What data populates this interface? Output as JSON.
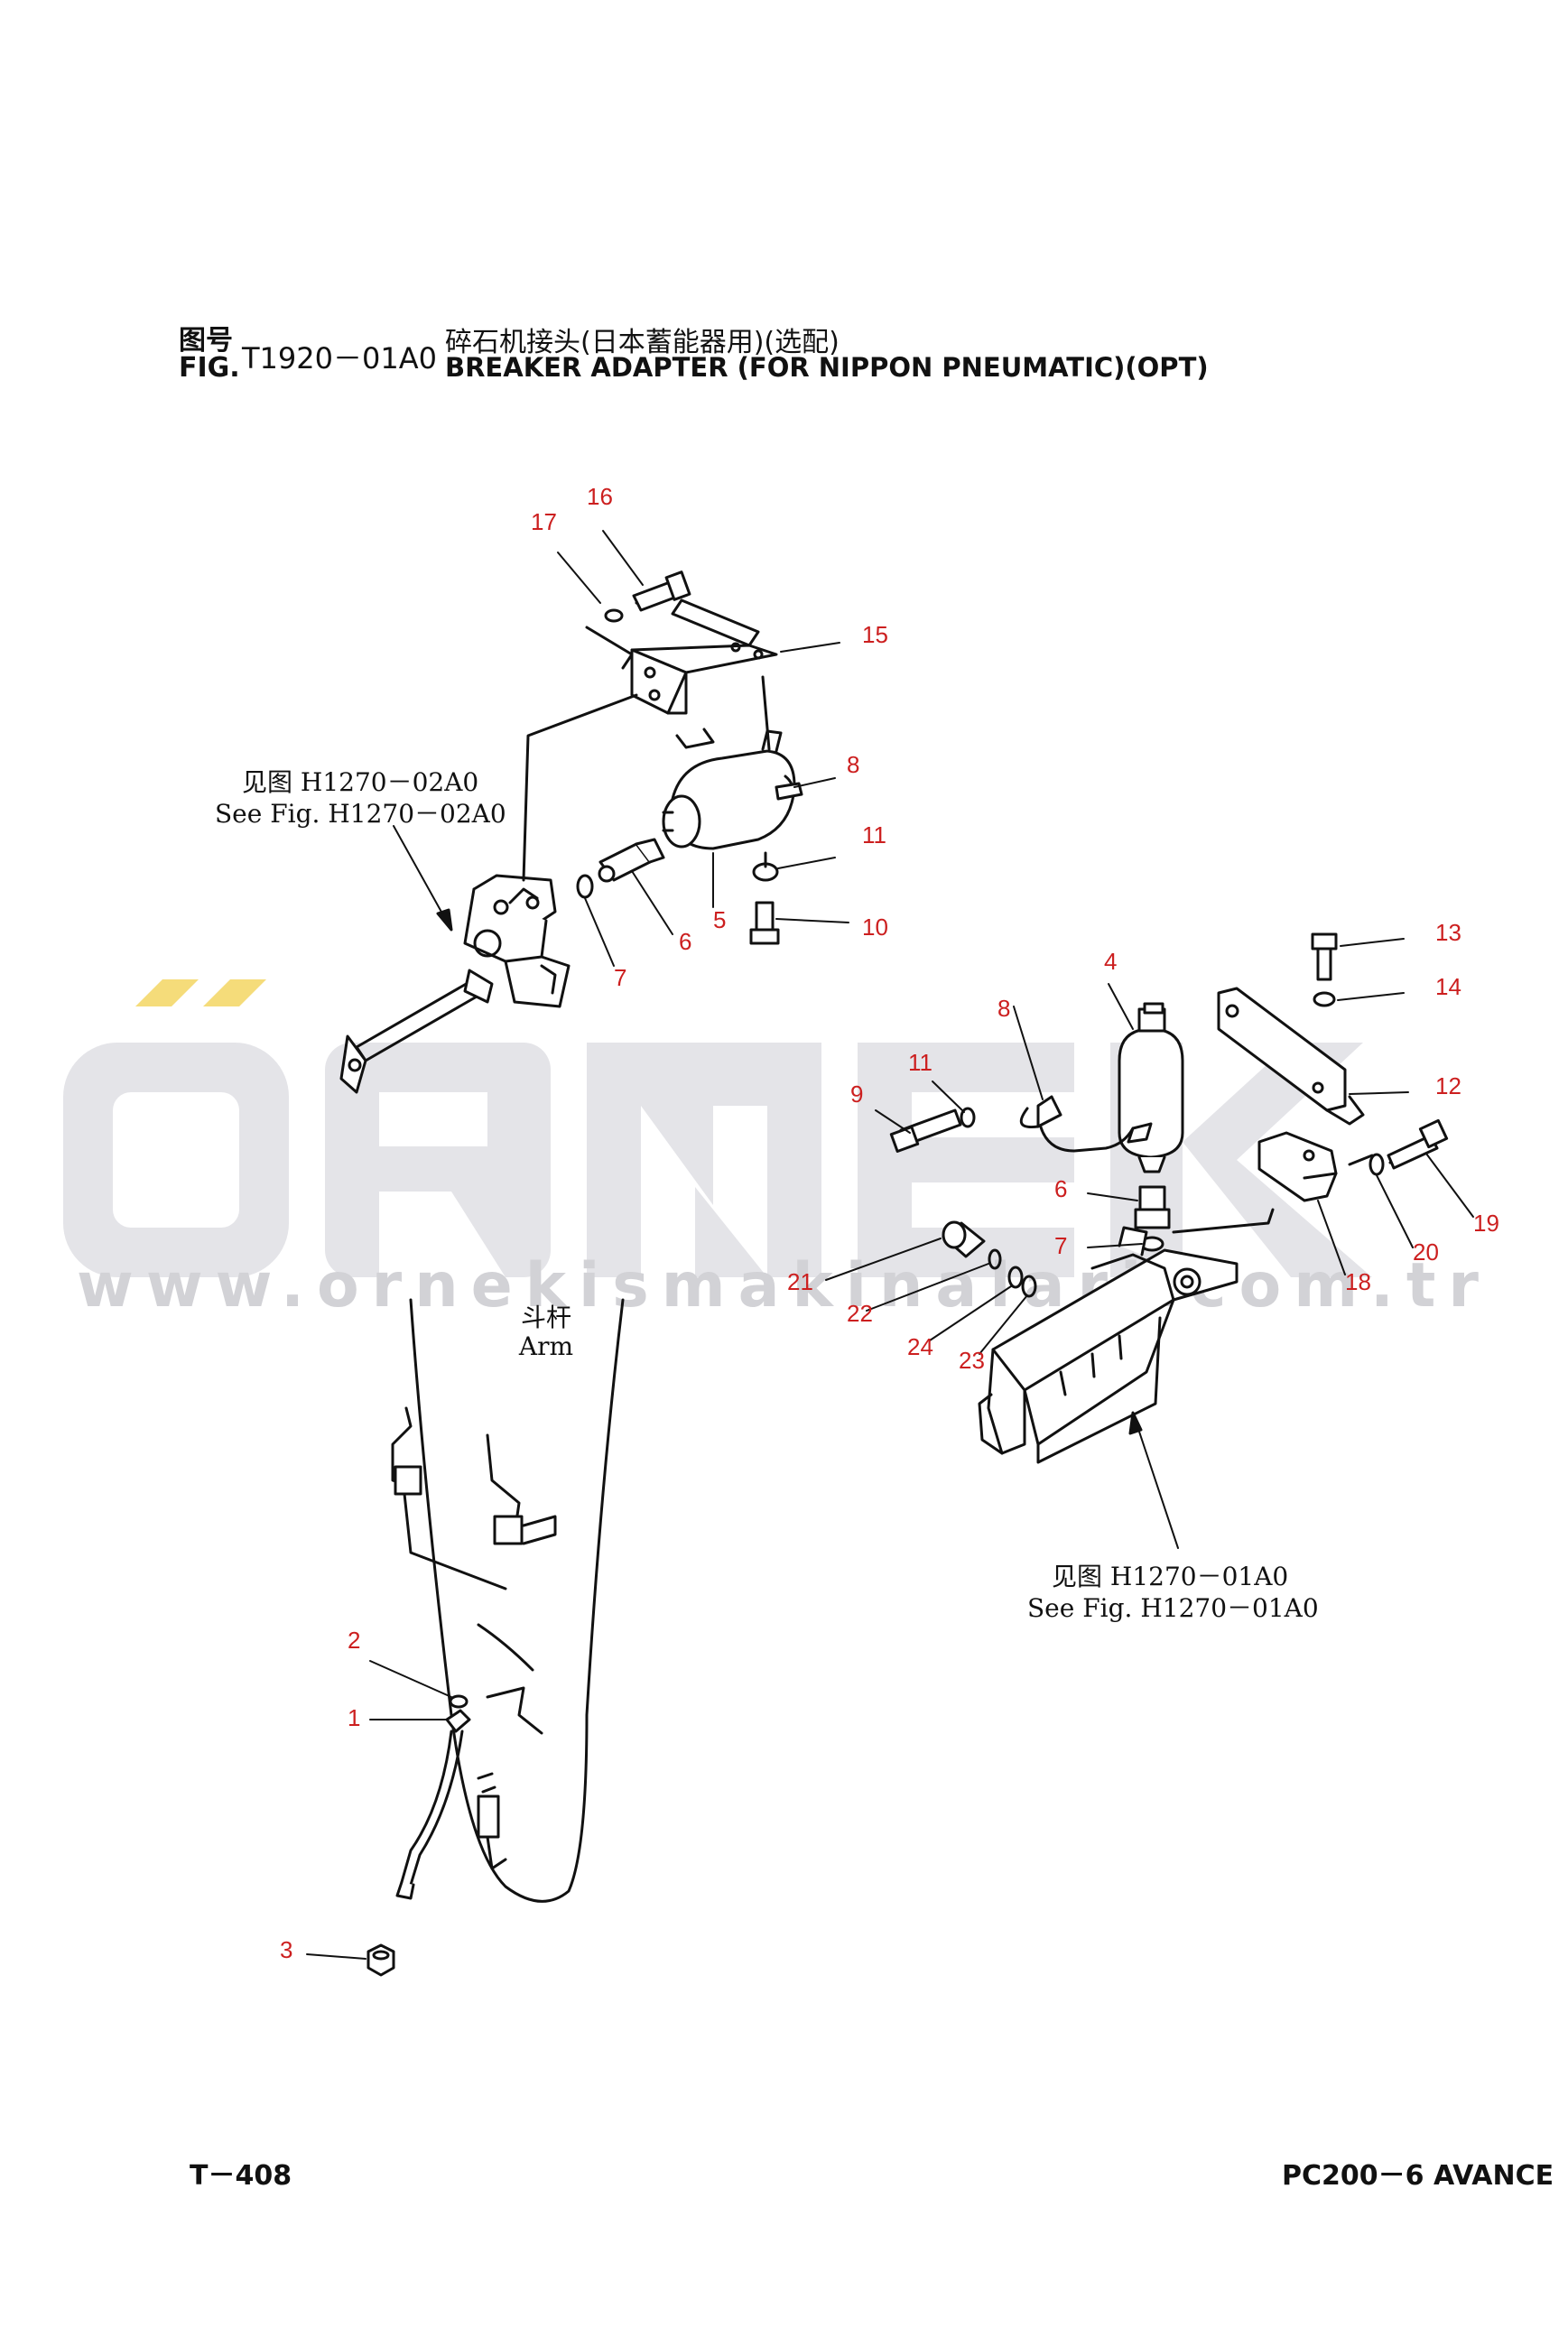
{
  "header": {
    "fig_label_cn": "图号",
    "fig_label_en": "FIG.",
    "fig_number": "T1920－01A0",
    "title_cn": "碎石机接头(日本蓄能器用)(选配)",
    "title_en": "BREAKER ADAPTER (FOR NIPPON PNEUMATIC)(OPT)"
  },
  "references": {
    "ref_top": {
      "cn": "见图 H1270－02A0",
      "en": "See Fig. H1270－02A0"
    },
    "ref_right": {
      "cn": "见图 H1270－01A0",
      "en": "See Fig. H1270－01A0"
    }
  },
  "arm_label": {
    "cn": "斗杆",
    "en": "Arm"
  },
  "watermark": {
    "brand": "ÖRNEK",
    "url": "www.ornekismakinalari.com.tr",
    "color": "#e4e4e8",
    "accent": "#f5dc7a"
  },
  "callouts": [
    "17",
    "16",
    "15",
    "8",
    "11",
    "10",
    "7",
    "6",
    "5",
    "4",
    "13",
    "14",
    "12",
    "8",
    "11",
    "9",
    "6",
    "7",
    "19",
    "20",
    "18",
    "21",
    "22",
    "24",
    "23",
    "2",
    "1",
    "3"
  ],
  "footer": {
    "page": "T－408",
    "model": "PC200－6 AVANCE"
  },
  "colors": {
    "line": "#111111",
    "callout": "#cc1f1f"
  }
}
